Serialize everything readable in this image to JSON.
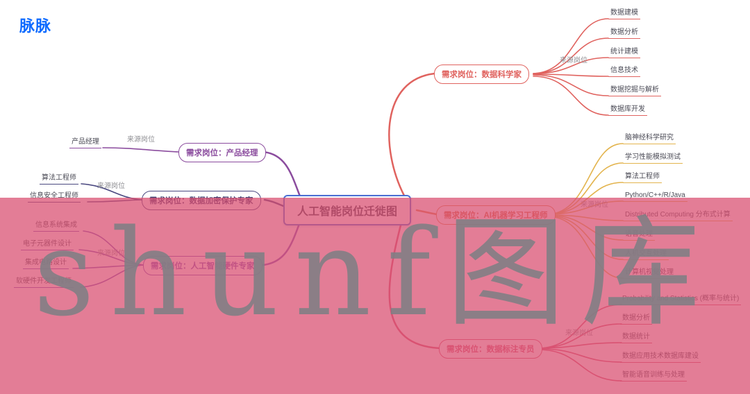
{
  "logo": {
    "text": "脉脉"
  },
  "center": {
    "label": "人工智能岗位迁徙图",
    "border_color": "#4a6fd4"
  },
  "branches": {
    "data_scientist": {
      "label": "需求岗位：数据科学家",
      "source_label": "来源岗位",
      "color": "#e0635f",
      "leaves": [
        "数据建模",
        "数据分析",
        "统计建模",
        "信息技术",
        "数据挖掘与解析",
        "数据库开发"
      ]
    },
    "product_manager": {
      "label": "需求岗位：产品经理",
      "source_label": "来源岗位",
      "color": "#8b4c9e",
      "leaves": [
        "产品经理"
      ]
    },
    "data_encryption": {
      "label": "需求岗位：数据加密保护专家",
      "source_label": "来源岗位",
      "color": "#4a4880",
      "leaves": [
        "算法工程师",
        "信息安全工程师"
      ]
    },
    "ai_hardware": {
      "label": "需求岗位：人工智能硬件专家",
      "source_label": "来源岗位",
      "color": "#7e57b5",
      "leaves": [
        "信息系统集成",
        "电子元器件设计",
        "集成电路设计",
        "软硬件开发工程师"
      ]
    },
    "ml_engineer": {
      "label": "需求岗位：AI机器学习工程师",
      "source_label": "来源岗位",
      "color": "#e0854c",
      "leaf_color": "#e3b44e",
      "leaves": [
        "脑神经科学研究",
        "学习性能模拟测试",
        "算法工程师",
        "Python/C++/R/Java",
        "Distributed Computing 分布式计算",
        "语音处理",
        "人机交互处理",
        "计算机视觉处理"
      ]
    },
    "data_annotation": {
      "label": "需求岗位：数据标注专员",
      "source_label": "来源岗位",
      "color": "#d85a74",
      "leaves": [
        "Probability and Statistics (概率与统计)",
        "数据分析",
        "数据统计",
        "数据应用技术数据库建设",
        "智能语音训练与处理"
      ]
    }
  },
  "watermark": {
    "text": "shunf图库",
    "band_color": "#d94f72",
    "text_color": "#7e7e84"
  }
}
